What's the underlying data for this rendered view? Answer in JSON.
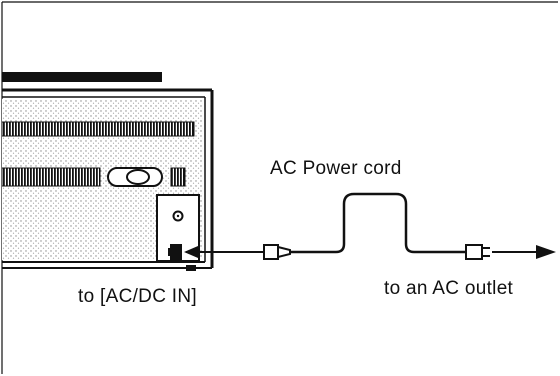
{
  "labels": {
    "cord": "AC Power cord",
    "outlet": "to an AC outlet",
    "jack": "to [AC/DC IN]"
  },
  "colors": {
    "ink": "#111111",
    "stipple": "#9a9a9a",
    "background": "#ffffff"
  }
}
